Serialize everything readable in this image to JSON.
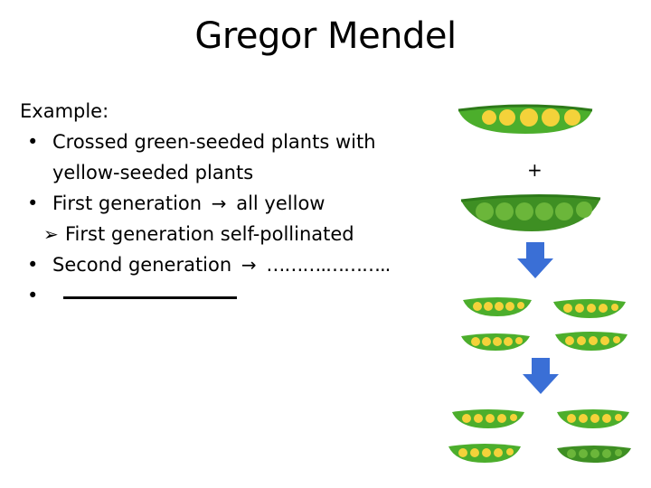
{
  "slide": {
    "title": "Gregor Mendel",
    "intro": "Example:",
    "bullets": [
      {
        "bullet": "•",
        "text": "Crossed green-seeded plants with",
        "continuation": "yellow-seeded plants"
      },
      {
        "bullet": "•",
        "text_before": "First generation",
        "arrow": "→",
        "text_after": "all yellow"
      },
      {
        "sub_bullet": "➢",
        "text": "First generation self-pollinated"
      },
      {
        "bullet": "•",
        "text_before": "Second generation",
        "arrow": "→",
        "text_after": "……….……….."
      },
      {
        "bullet": "•"
      }
    ],
    "plus_sign": "+"
  },
  "colors": {
    "pod_green": "#4cae2c",
    "pod_dark_green": "#2d7a19",
    "pea_yellow": "#f4d23a",
    "pea_green": "#6bb63a",
    "arrow_blue": "#3a6fd6"
  }
}
